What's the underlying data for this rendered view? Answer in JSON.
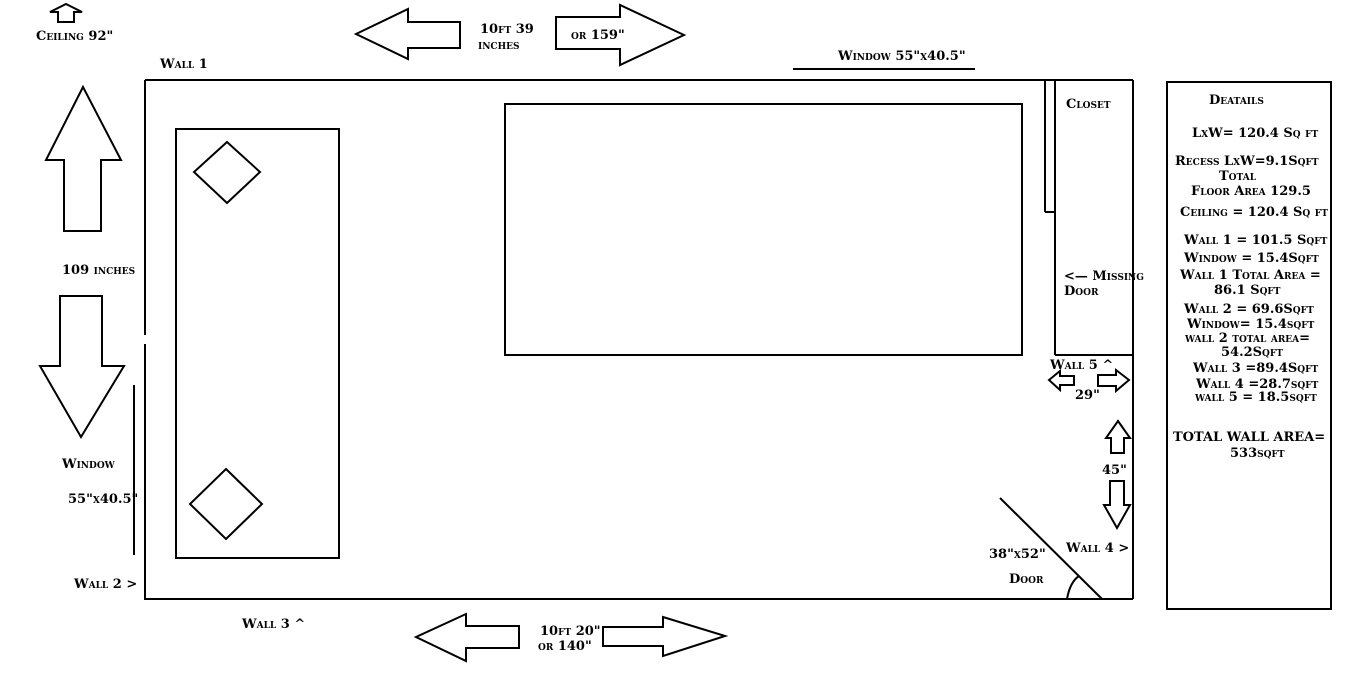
{
  "colors": {
    "ink": "#000000",
    "paper": "#ffffff"
  },
  "labels": {
    "ceiling": "Ceiling 92\"",
    "top_dim_1": "10ft 39",
    "top_dim_2": "inches",
    "top_dim_alt": "or 159\"",
    "window_top": "Window  55\"x40.5\"",
    "wall_1": "Wall 1",
    "height_dim": "109 inches",
    "window_left": "Window",
    "window_left_size": "55\"x40.5\"",
    "wall_2": "Wall 2 >",
    "wall_3": "Wall 3 ^",
    "bottom_dim_1": "10ft 20\"",
    "bottom_dim_2": "or 140\"",
    "closet": "Closet",
    "missing_door_1": "<— Missing",
    "missing_door_2": "Door",
    "wall_5": "Wall 5 ^",
    "wall_5_dim": "29\"",
    "wall_4_dim": "45\"",
    "wall_4": "Wall 4 >",
    "door_size": "38\"x52\"",
    "door": "Door"
  },
  "details": {
    "title": "Deatails",
    "lines": [
      "LxW= 120.4 Sq ft",
      "Recess LxW=9.1Sqft",
      "Total",
      "Floor Area 129.5",
      "Ceiling = 120.4 Sq ft",
      "Wall 1 = 101.5 Sqft",
      "Window = 15.4Sqft",
      "Wall 1 Total Area =",
      "86.1 Sqft",
      "Wall 2 = 69.6Sqft",
      "Window= 15.4sqft",
      "wall 2 total area=",
      "54.2Sqft",
      "Wall 3 =89.4Sqft",
      "Wall 4 =28.7sqft",
      "wall 5 = 18.5sqft",
      "TOTAL WALL AREA=",
      "533sqft"
    ]
  }
}
